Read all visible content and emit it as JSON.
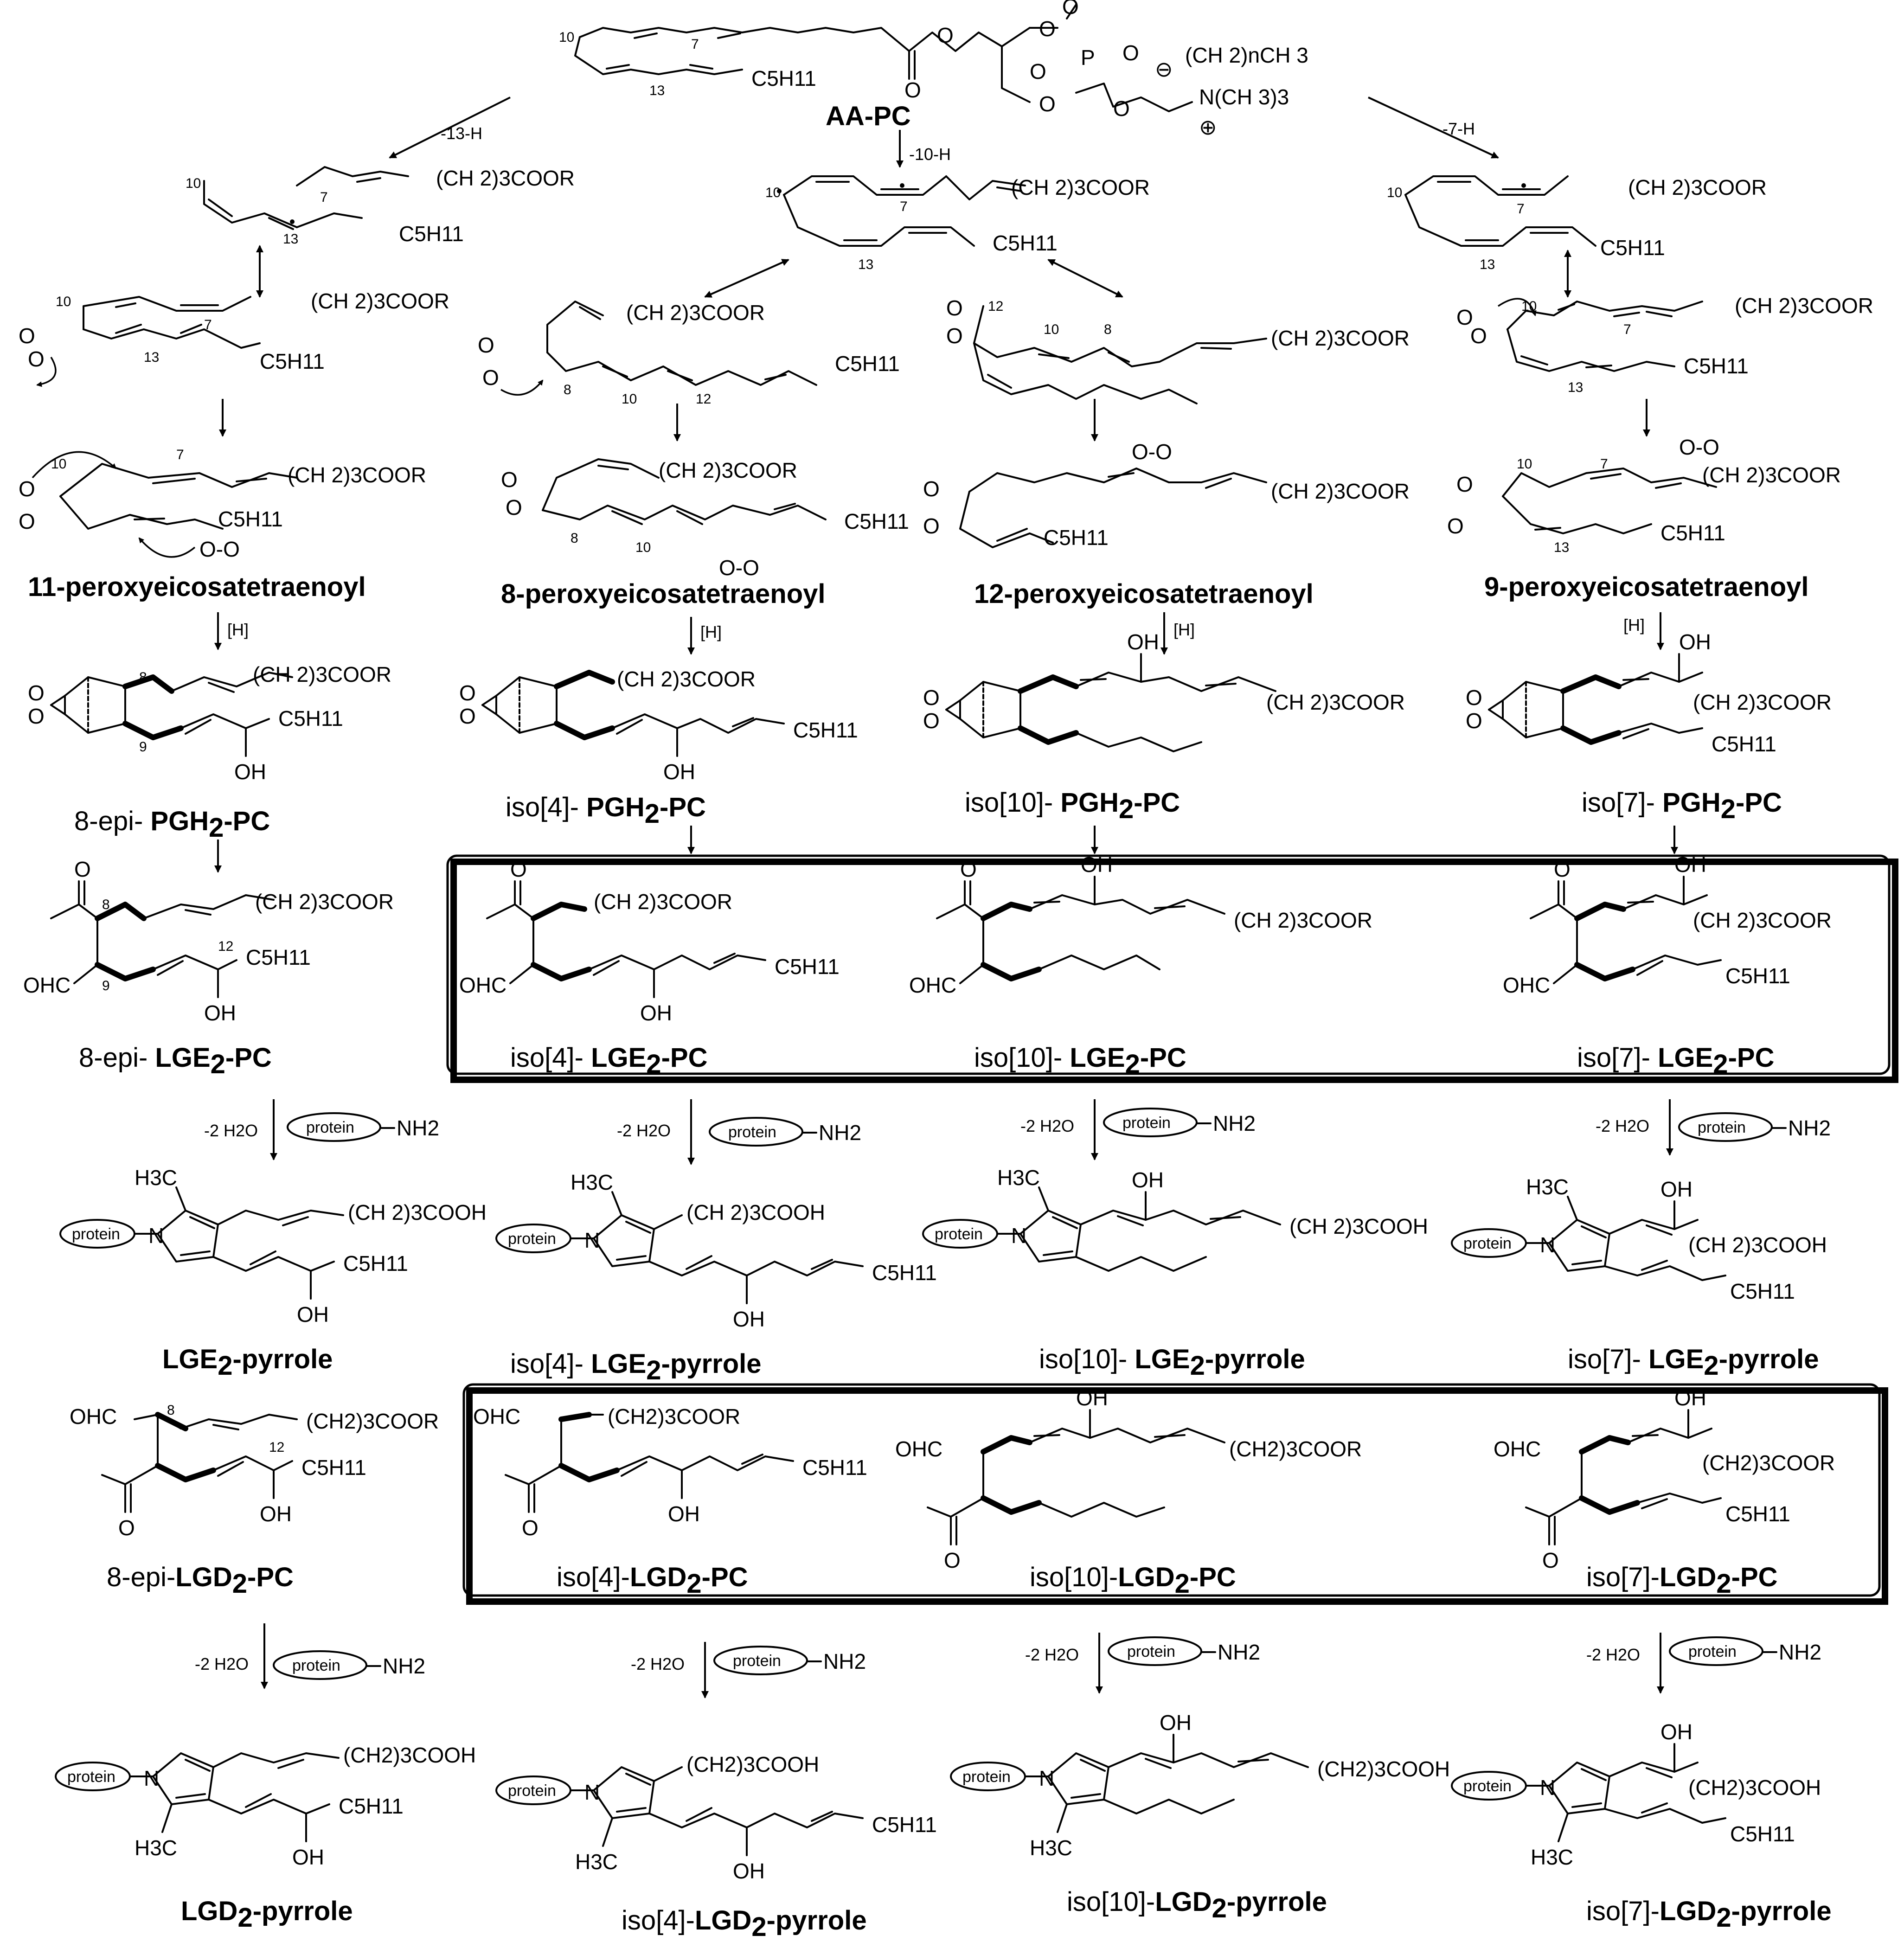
{
  "top": {
    "title": "AA-PC",
    "ester_chain": "(CH 2)nCH 3",
    "choline": "N(CH 3)3",
    "numbers": [
      "10",
      "7",
      "13"
    ],
    "alkyl": "C5H11"
  },
  "steps": {
    "h13": "-13-H",
    "h10": "-10-H",
    "h7": "-7-H",
    "reduce": "[H]",
    "dehydrate": "-2 H2O"
  },
  "fragments": {
    "acid_ester": "(CH 2)3COOR",
    "acid_ester2": "(CH2)3COOR",
    "acid_free": "(CH 2)3COOH",
    "acid_free2": "(CH2)3COOH",
    "alkyl": "C5H11",
    "oh": "OH",
    "cho": "OHC",
    "ketone": "O",
    "methyl": "H3C",
    "nitrogen": "N",
    "nh2": "NH2",
    "protein": "protein",
    "oo": "O-O"
  },
  "radicals": {
    "c13": {
      "numbers": [
        "10",
        "7",
        "13"
      ]
    },
    "c10": {
      "numbers": [
        "10",
        "7",
        "13"
      ]
    },
    "c7": {
      "numbers": [
        "10",
        "7",
        "13"
      ]
    },
    "c8": {
      "numbers": [
        "8",
        "10",
        "12"
      ]
    },
    "c12": {
      "numbers": [
        "12",
        "10",
        "8"
      ]
    }
  },
  "peroxyl_labels": [
    "11-peroxyeicosatetraenoyl",
    "8-peroxyeicosatetraenoyl",
    "12-peroxyeicosatetraenoyl",
    "9-peroxyeicosatetraenoyl"
  ],
  "pgh_labels": [
    {
      "prefix": "8-epi- ",
      "bold": "PGH",
      "sub": "2",
      "suffix": "-PC"
    },
    {
      "prefix": "iso[4]- ",
      "bold": "PGH",
      "sub": "2",
      "suffix": "-PC"
    },
    {
      "prefix": "iso[10]- ",
      "bold": "PGH",
      "sub": "2",
      "suffix": "-PC"
    },
    {
      "prefix": "iso[7]- ",
      "bold": "PGH",
      "sub": "2",
      "suffix": "-PC"
    }
  ],
  "lge_labels": [
    {
      "prefix": "8-epi- ",
      "bold": "LGE",
      "sub": "2",
      "suffix": "-PC"
    },
    {
      "prefix": "iso[4]- ",
      "bold": "LGE",
      "sub": "2",
      "suffix": "-PC"
    },
    {
      "prefix": "iso[10]- ",
      "bold": "LGE",
      "sub": "2",
      "suffix": "-PC"
    },
    {
      "prefix": "iso[7]- ",
      "bold": "LGE",
      "sub": "2",
      "suffix": "-PC"
    }
  ],
  "lge_pyrrole_labels": [
    {
      "prefix": "",
      "bold": "LGE",
      "sub": "2",
      "suffix": "-pyrrole"
    },
    {
      "prefix": "iso[4]- ",
      "bold": "LGE",
      "sub": "2",
      "suffix": "-pyrrole"
    },
    {
      "prefix": "iso[10]- ",
      "bold": "LGE",
      "sub": "2",
      "suffix": "-pyrrole"
    },
    {
      "prefix": "iso[7]- ",
      "bold": "LGE",
      "sub": "2",
      "suffix": "-pyrrole"
    }
  ],
  "lgd_labels": [
    {
      "prefix": "8-epi-",
      "bold": "LGD",
      "sub": "2",
      "suffix": "-PC"
    },
    {
      "prefix": "iso[4]-",
      "bold": "LGD",
      "sub": "2",
      "suffix": "-PC"
    },
    {
      "prefix": "iso[10]-",
      "bold": "LGD",
      "sub": "2",
      "suffix": "-PC"
    },
    {
      "prefix": "iso[7]-",
      "bold": "LGD",
      "sub": "2",
      "suffix": "-PC"
    }
  ],
  "lgd_pyrrole_labels": [
    {
      "prefix": "",
      "bold": "LGD",
      "sub": "2",
      "suffix": "-pyrrole"
    },
    {
      "prefix": "iso[4]-",
      "bold": "LGD",
      "sub": "2",
      "suffix": "-pyrrole"
    },
    {
      "prefix": "iso[10]-",
      "bold": "LGD",
      "sub": "2",
      "suffix": "-pyrrole"
    },
    {
      "prefix": "iso[7]-",
      "bold": "LGD",
      "sub": "2",
      "suffix": "-pyrrole"
    }
  ],
  "atom_numbers": {
    "pgh_epi": [
      "8",
      "9"
    ],
    "lge_epi": [
      "8",
      "9",
      "12"
    ],
    "lgd_epi": [
      "8",
      "12"
    ],
    "peroxyl_11": [
      "10",
      "7"
    ],
    "peroxyl_8": [
      "8",
      "10"
    ],
    "peroxyl_9": [
      "10",
      "7",
      "13"
    ]
  }
}
